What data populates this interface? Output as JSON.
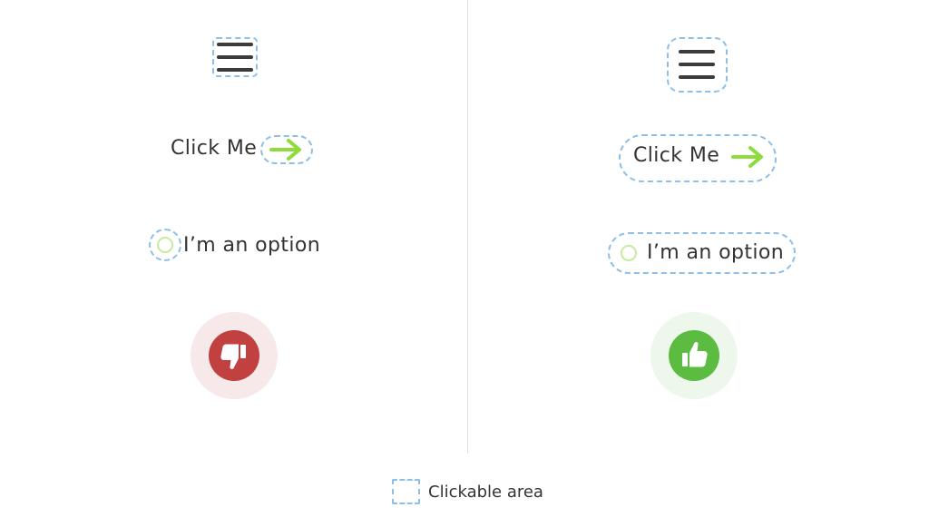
{
  "left_panel": {
    "button_label": "Click Me",
    "option_label": "I’m an option",
    "menu_icon": "hamburger-icon",
    "arrow_icon": "arrow-right-icon",
    "feedback_icon": "thumbs-down-icon"
  },
  "right_panel": {
    "button_label": "Click Me",
    "option_label": "I’m an option",
    "menu_icon": "hamburger-icon",
    "arrow_icon": "arrow-right-icon",
    "feedback_icon": "thumbs-up-icon"
  },
  "legend": {
    "label": "Clickable area"
  },
  "colors": {
    "clickable_outline": "#8ebfe8",
    "accent_green": "#8edb3c",
    "radio_green": "#c9ea9e",
    "thumbs_down_red": "#c0413f",
    "thumbs_down_halo": "#f7e9e9",
    "thumbs_up_green": "#5cbb41",
    "thumbs_up_halo": "#eef7ec",
    "text": "#333333",
    "divider": "#e2e2e2"
  }
}
